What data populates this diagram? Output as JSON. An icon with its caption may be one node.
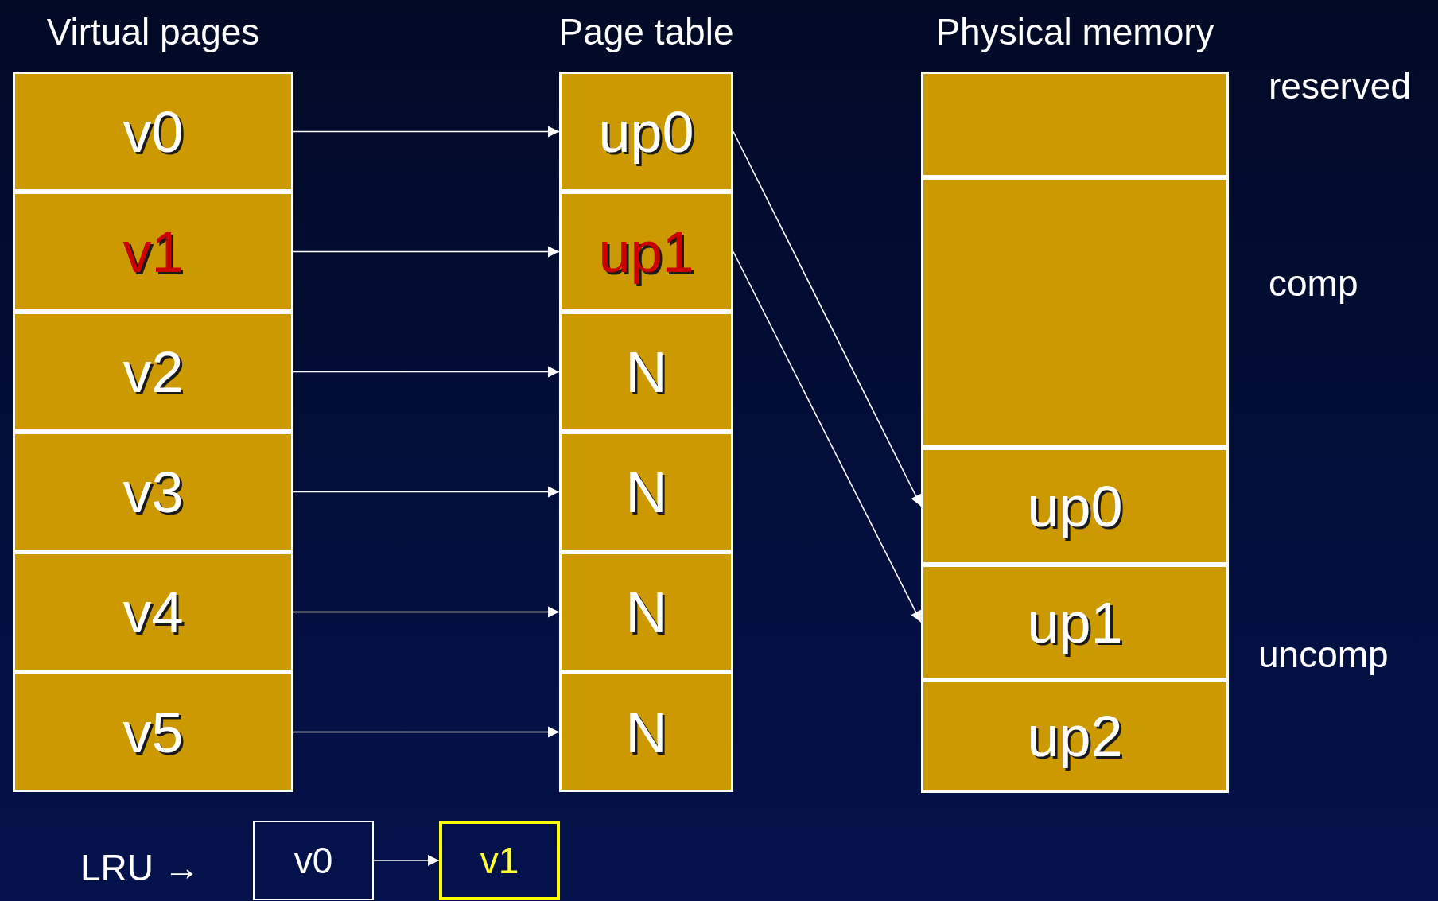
{
  "diagram": {
    "nodes": [
      {
        "text": [
          "Virtual pages"
        ]
      },
      {
        "text": [
          "v0"
        ],
        "in": 0
      },
      {
        "text": [
          "v1"
        ],
        "in": 0
      },
      {
        "text": [
          "v2"
        ],
        "in": 0
      },
      {
        "text": [
          "v3"
        ],
        "in": 0
      },
      {
        "text": [
          "v4"
        ],
        "in": 0
      },
      {
        "text": [
          "v5"
        ],
        "in": 0
      },
      {
        "text": [
          "Page table"
        ]
      },
      {
        "text": [
          "up0"
        ],
        "in": 7
      },
      {
        "text": [
          "up1"
        ],
        "in": 7
      },
      {
        "text": [
          "N"
        ],
        "in": 7
      },
      {
        "text": [
          "N"
        ],
        "in": 7
      },
      {
        "text": [
          "N"
        ],
        "in": 7
      },
      {
        "text": [
          "N"
        ],
        "in": 7
      },
      {
        "text": [
          "Physical memory"
        ]
      },
      {
        "text": [],
        "shape": "box",
        "in": 14,
        "beside": [
          "reserved"
        ]
      },
      {
        "text": [],
        "shape": "box",
        "in": 14,
        "beside": [
          "comp"
        ]
      },
      {
        "text": [
          "up0"
        ],
        "in": 14
      },
      {
        "text": [
          "up1"
        ],
        "in": 14
      },
      {
        "text": [
          "up2"
        ],
        "in": 14
      },
      {
        "text": [
          "v0"
        ]
      },
      {
        "text": [
          "v1"
        ]
      }
    ],
    "edges": [
      {
        "from": 1,
        "to": 8,
        "arrow": "to"
      },
      {
        "from": 2,
        "to": 9,
        "arrow": "to"
      },
      {
        "from": 3,
        "to": 10,
        "arrow": "to"
      },
      {
        "from": 4,
        "to": 11,
        "arrow": "to"
      },
      {
        "from": 5,
        "to": 12,
        "arrow": "to"
      },
      {
        "from": 6,
        "to": 13,
        "arrow": "to"
      },
      {
        "from": 8,
        "to": 17,
        "arrow": "to"
      },
      {
        "from": 9,
        "to": 18,
        "arrow": "to"
      },
      {
        "from": 20,
        "to": 21,
        "arrow": "to"
      }
    ],
    "labels": [
      "uncomp",
      "LRU →"
    ]
  }
}
